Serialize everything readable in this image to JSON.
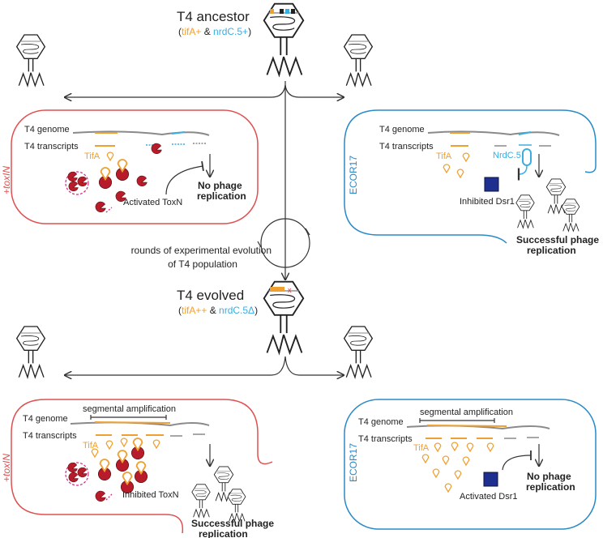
{
  "ancestor": {
    "title": "T4 ancestor",
    "open": "(",
    "tifa": "tifA+",
    "amp": " & ",
    "nrdc": "nrdC.5+",
    "close": ")"
  },
  "evolved": {
    "title": "T4 evolved",
    "open": "(",
    "tifa": "tifA++",
    "amp": " & ",
    "nrdc": "nrdC.5Δ",
    "close": ")"
  },
  "cycle_label": [
    "rounds of experimental evolution",
    "of T4 population"
  ],
  "panels": {
    "top_left": {
      "host": "+toxIN",
      "genome": "T4 genome",
      "transcripts": "T4 transcripts",
      "tifa": "TifA",
      "toxn": "Activated ToxN",
      "outcome": [
        "No phage",
        "replication"
      ]
    },
    "top_right": {
      "host": "ECOR17",
      "genome": "T4 genome",
      "transcripts": "T4 transcripts",
      "tifa": "TifA",
      "nrdc": "NrdC.5",
      "dsr": "Inhibited Dsr1",
      "outcome": [
        "Successful phage",
        "replication"
      ]
    },
    "bottom_left": {
      "host": "+toxIN",
      "amplification": "segmental amplification",
      "genome": "T4 genome",
      "transcripts": "T4 transcripts",
      "tifa": "TifA",
      "toxn": "Inhibited ToxN",
      "outcome": [
        "Successful phage",
        "replication"
      ]
    },
    "bottom_right": {
      "host": "ECOR17",
      "amplification": "segmental amplification",
      "genome": "T4 genome",
      "transcripts": "T4 transcripts",
      "tifa": "TifA",
      "dsr": "Activated Dsr1",
      "outcome": [
        "No phage",
        "replication"
      ]
    }
  },
  "colors": {
    "toxin_cell": "#e05050",
    "ecor_cell": "#2a8ac8",
    "tifa": "#f0a030",
    "nrdc": "#3aaee0",
    "toxn": "#b81c2a",
    "dsr1": "#1f2f8f"
  }
}
